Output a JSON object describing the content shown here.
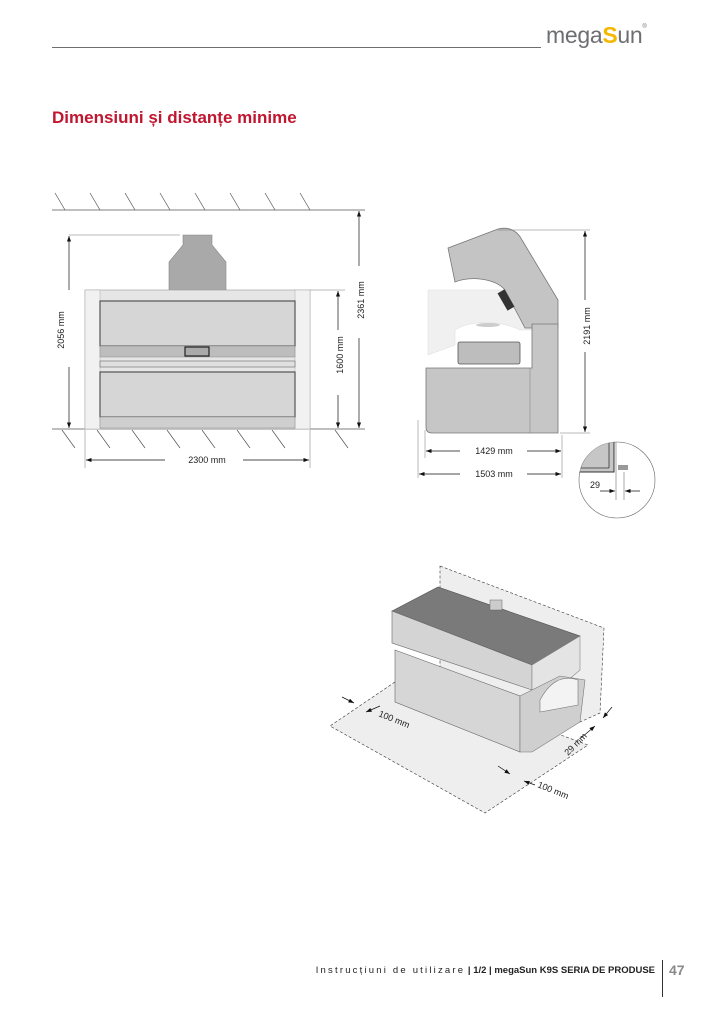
{
  "header": {
    "logo_text": "megaSun",
    "logo_parts": {
      "pre": "mega",
      "s": "S",
      "post": "un",
      "mark": "®"
    }
  },
  "title": "Dimensiuni și distanțe minime",
  "colors": {
    "title_red": "#c0162f",
    "logo_gray": "#6d6e71",
    "logo_yellow": "#f5b800",
    "panel_gray": "#c8c8c8"
  },
  "front_view": {
    "height_canopy": "2056 mm",
    "height_total_room": "2361 mm",
    "height_body": "1600 mm",
    "width": "2300 mm"
  },
  "side_view": {
    "height": "2191 mm",
    "depth_inner": "1429 mm",
    "depth_outer": "1503 mm",
    "detail_gap": "29"
  },
  "iso_view": {
    "clearance_left": "100 mm",
    "clearance_back": "29 mm",
    "clearance_front": "100 mm"
  },
  "footer": {
    "doc_title": "Instrucțiuni de utilizare",
    "part": "| 1/2 |",
    "product": "megaSun K9S SERIA DE PRODUSE",
    "page_number": "47"
  }
}
